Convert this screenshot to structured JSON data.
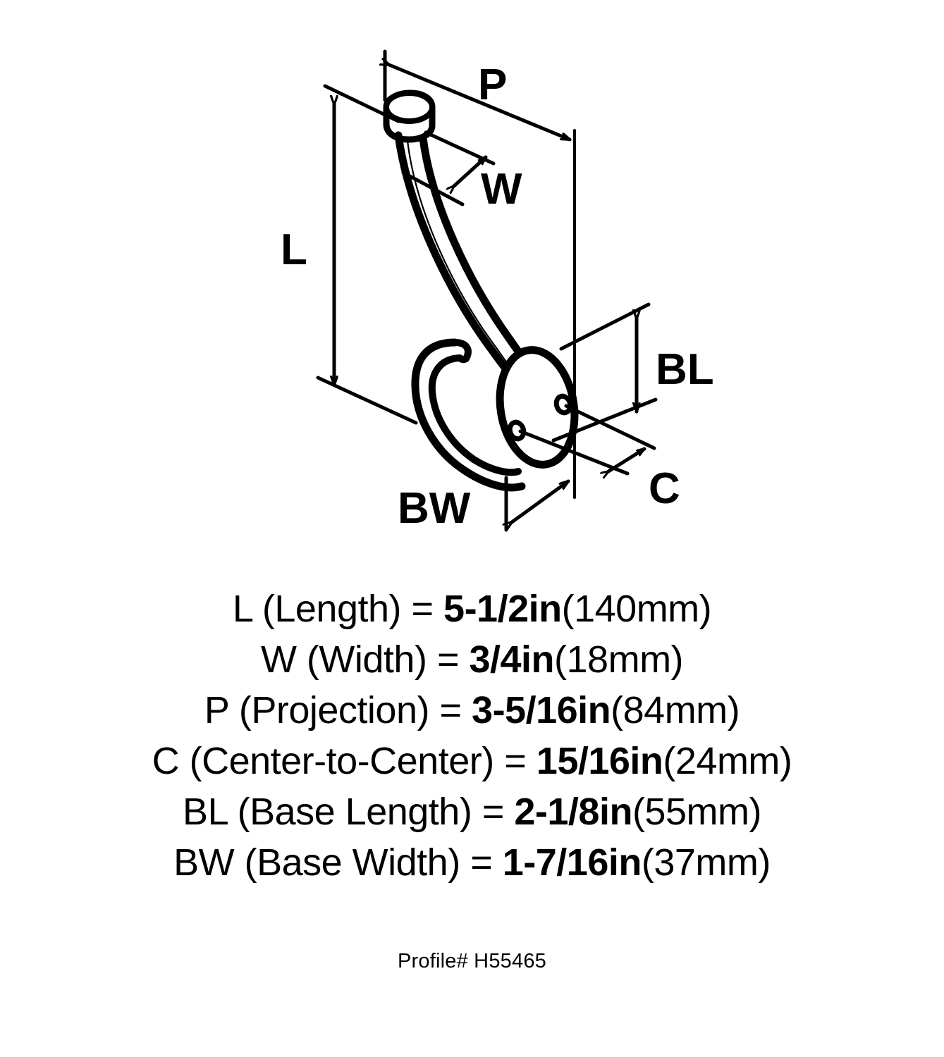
{
  "diagram": {
    "labels": {
      "length": "L",
      "width": "W",
      "projection": "P",
      "base_length": "BL",
      "base_width": "BW",
      "center_to_center": "C"
    }
  },
  "specs": [
    {
      "key": "L",
      "label": "L (Length) ",
      "eq": "= ",
      "imperial": "5-1/2in",
      "metric": "(140mm)"
    },
    {
      "key": "W",
      "label": "W (Width) ",
      "eq": "= ",
      "imperial": "3/4in",
      "metric": "(18mm)"
    },
    {
      "key": "P",
      "label": "P (Projection) ",
      "eq": "= ",
      "imperial": "3-5/16in",
      "metric": "(84mm)"
    },
    {
      "key": "C",
      "label": "C (Center-to-Center) ",
      "eq": "= ",
      "imperial": "15/16in",
      "metric": "(24mm)"
    },
    {
      "key": "BL",
      "label": "BL (Base Length) ",
      "eq": "= ",
      "imperial": "2-1/8in",
      "metric": "(55mm)"
    },
    {
      "key": "BW",
      "label": "BW (Base Width) ",
      "eq": "= ",
      "imperial": "1-7/16in",
      "metric": "(37mm)"
    }
  ],
  "profile": {
    "text": "Profile# H55465"
  },
  "colors": {
    "ink": "#000000",
    "background": "#ffffff"
  }
}
